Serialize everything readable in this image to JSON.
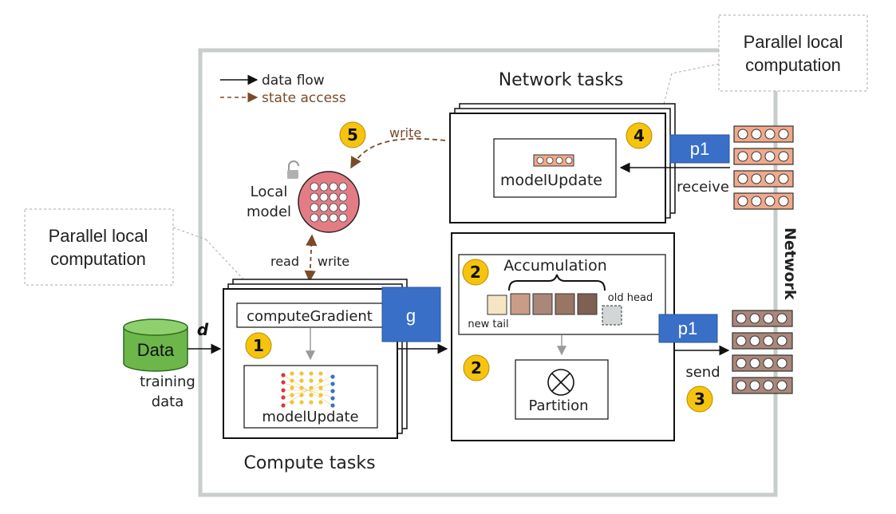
{
  "legend": {
    "data_flow": "data flow",
    "state_access": "state access"
  },
  "callouts": {
    "top_right": [
      "Parallel local",
      "computation"
    ],
    "left": [
      "Parallel local",
      "computation"
    ]
  },
  "network_tasks": {
    "title": "Network tasks",
    "box_label": "modelUpdate",
    "receive_label": "receive",
    "partition_tag": "p1"
  },
  "local_model": {
    "label": [
      "Local",
      "model"
    ],
    "write_top": "write",
    "read": "read",
    "write_bottom": "write"
  },
  "compute_tasks": {
    "title": "Compute tasks",
    "compute_gradient": "computeGradient",
    "model_update": "modelUpdate",
    "gradient_tag": "g",
    "input_symbol": "d"
  },
  "data_source": {
    "label": "Data",
    "caption": [
      "training",
      "data"
    ]
  },
  "accumulation": {
    "title": "Accumulation",
    "new_tail": "new tail",
    "old_head": "old head",
    "partition": "Partition",
    "send_label": "send",
    "partition_tag": "p1"
  },
  "network_label": "Network",
  "steps": {
    "s1": "1",
    "s2a": "2",
    "s2b": "2",
    "s3": "3",
    "s4": "4",
    "s5": "5"
  },
  "colors": {
    "badge": "#f6c40e",
    "blue_tag": "#3a6fc7",
    "salmon": "#f0a98a",
    "brown_packet": "#a9877a",
    "local_model": "#e47c86",
    "data_green": "#6db64a",
    "state_arrow": "#7a4b2a",
    "frame": "#c8cdc9"
  }
}
